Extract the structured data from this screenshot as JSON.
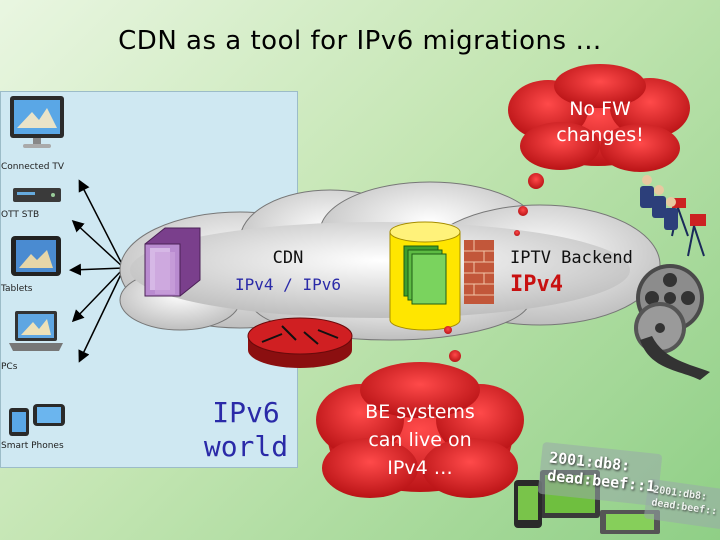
{
  "title": "CDN as a tool for IPv6 migrations …",
  "devices": [
    {
      "label": "Connected TV",
      "icon": "tv-icon"
    },
    {
      "label": "OTT STB",
      "icon": "set-top-box-icon"
    },
    {
      "label": "Tablets",
      "icon": "tablet-icon"
    },
    {
      "label": "PCs",
      "icon": "laptop-icon"
    },
    {
      "label": "Smart Phones",
      "icon": "smartphone-icon"
    }
  ],
  "cdn_cloud": {
    "label": "CDN",
    "protocols": "IPv4 / IPv6"
  },
  "backend_cloud": {
    "label": "IPTV Backend",
    "protocol": "IPv4"
  },
  "ipv6_world": {
    "line1": "IPv6",
    "line2": "world"
  },
  "bubble_fw": {
    "line1": "No FW",
    "line2": "changes!"
  },
  "bubble_be": {
    "line1": "BE systems",
    "line2": "can live on",
    "line3": "IPv4 …"
  },
  "addresses": [
    {
      "line1": "2001:db8:",
      "line2": "dead:beef::1"
    },
    {
      "line1": "2001:db8:",
      "line2": "dead:beef::"
    }
  ],
  "colors": {
    "bubble": "#d9262a",
    "ipv4": "#c81010",
    "ipv6": "#2a2aa8",
    "panel": "#cfe8f2"
  }
}
